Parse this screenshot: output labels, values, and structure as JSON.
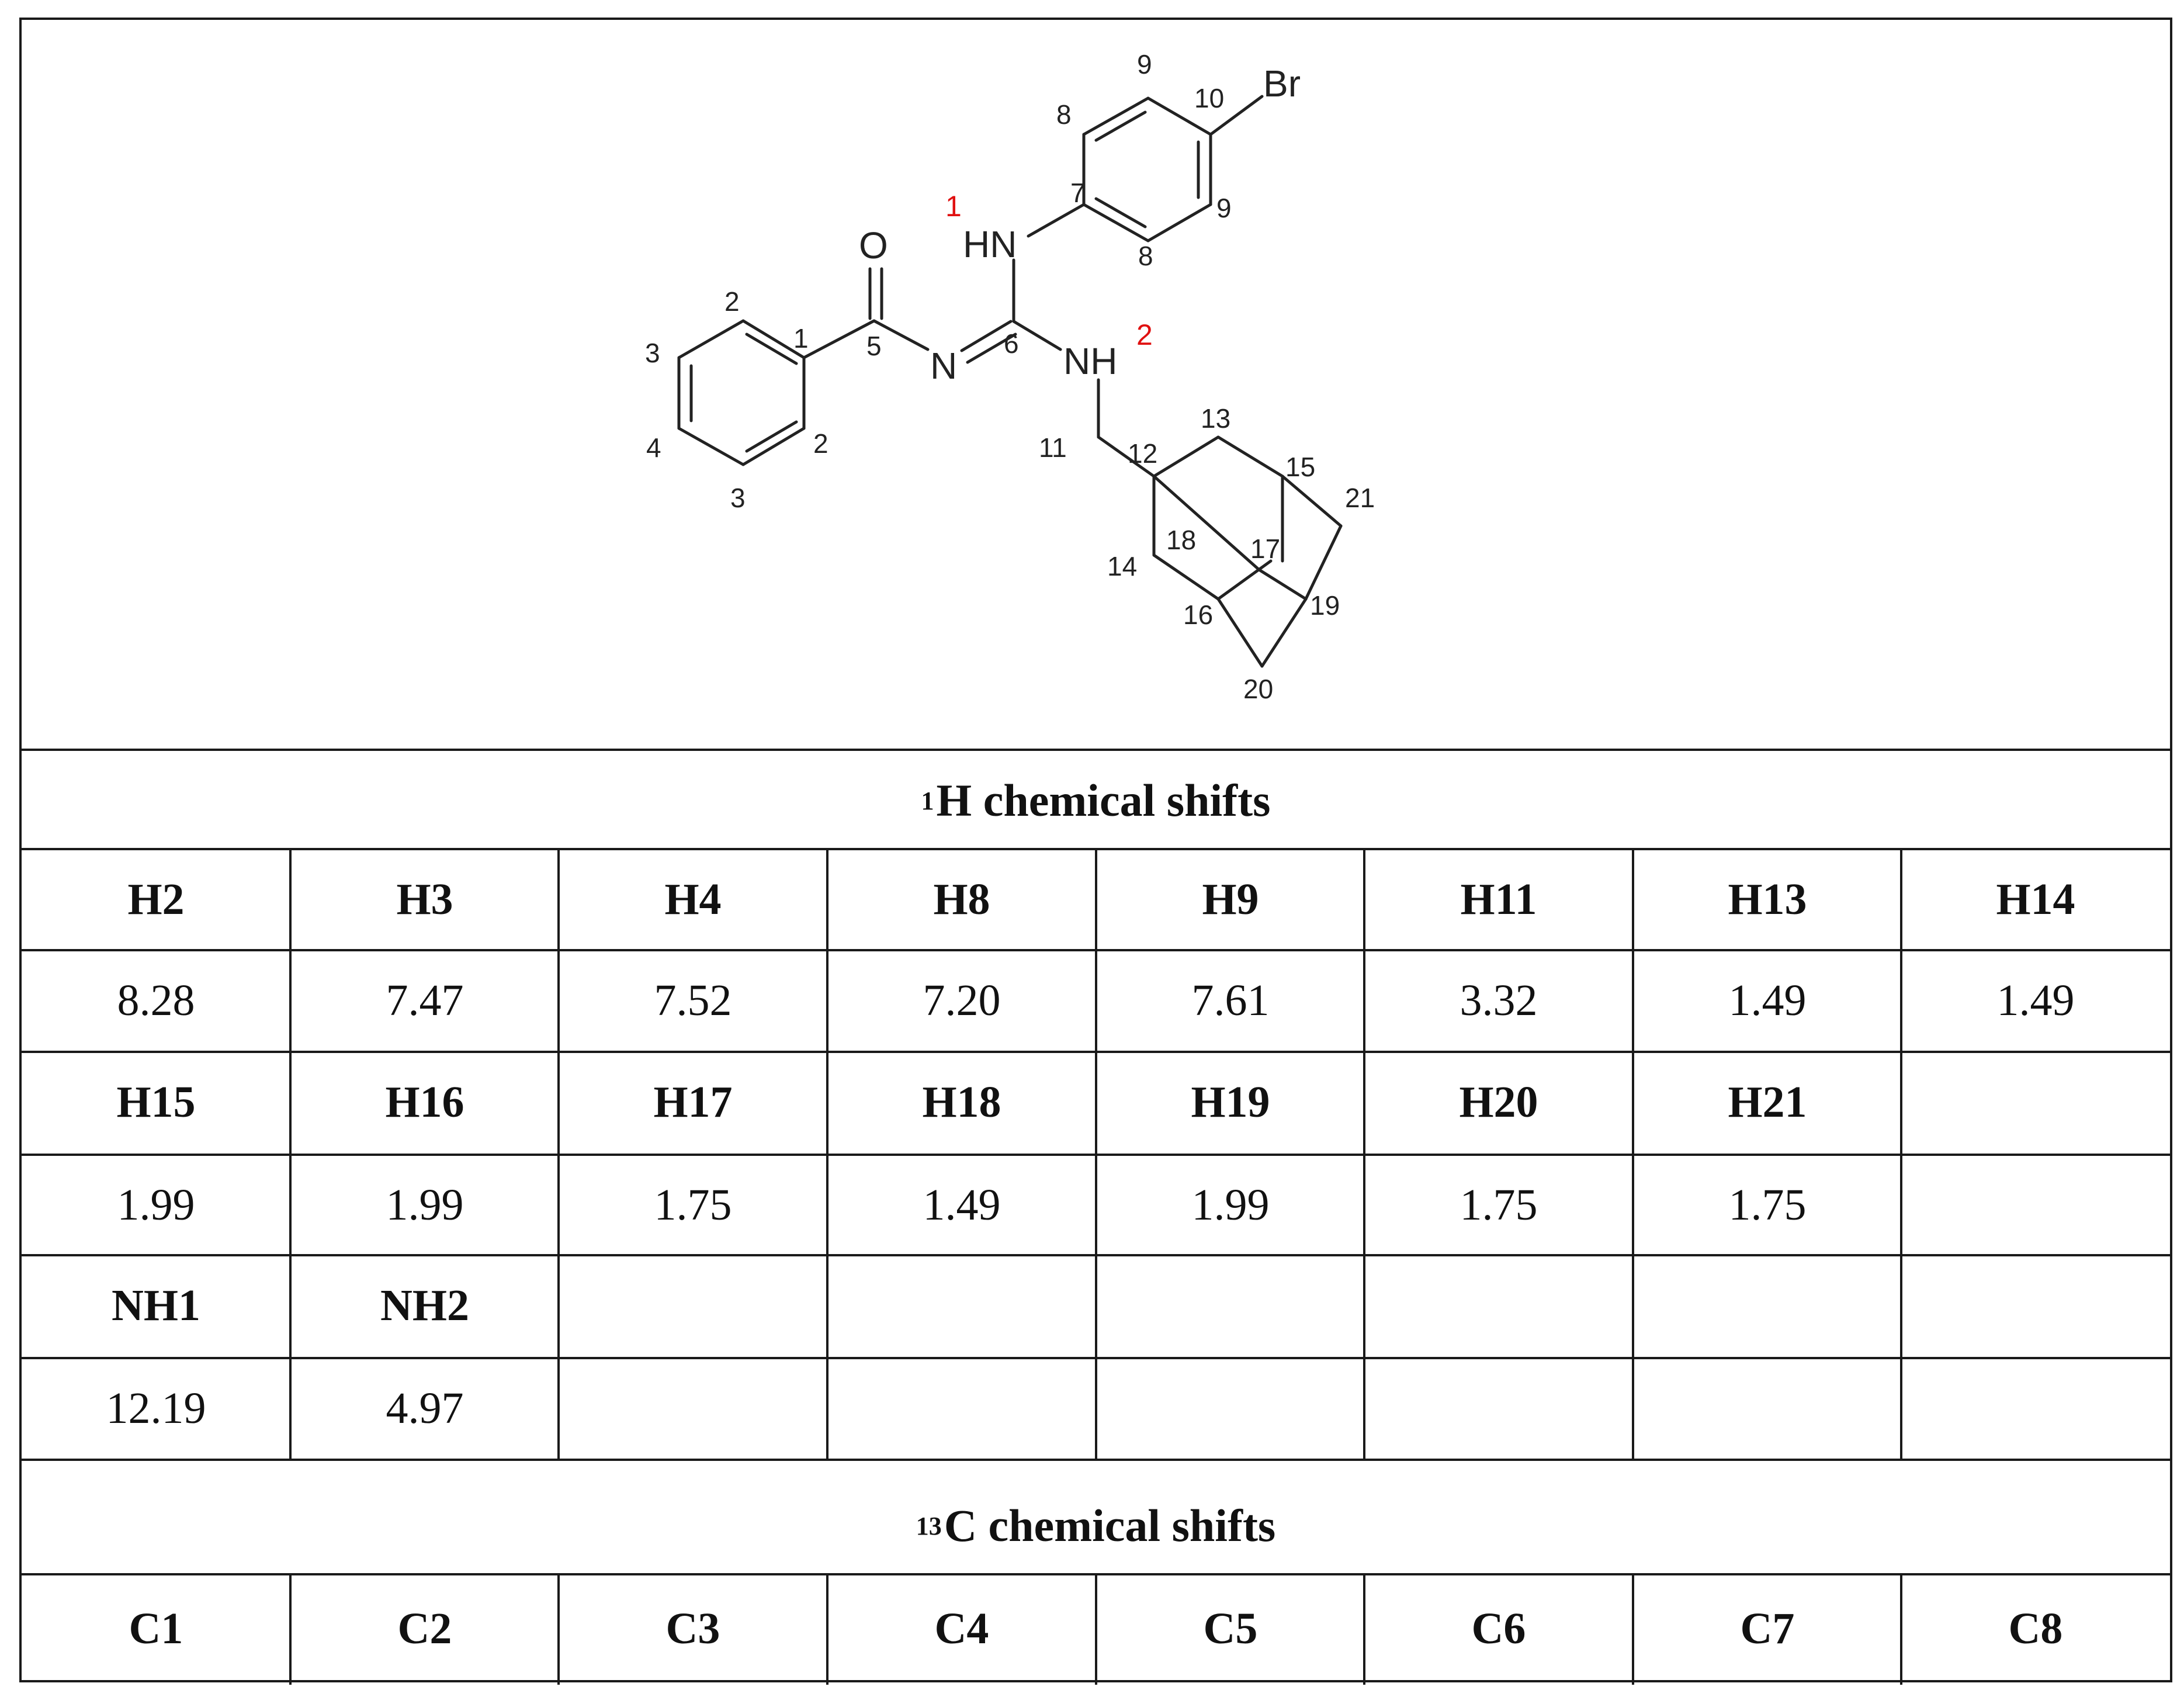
{
  "structure": {
    "atoms": {
      "oxygen": "O",
      "bromine": "Br",
      "nh1": "HN",
      "nh2": "NH",
      "imine_n": "N"
    },
    "atom_numbers": [
      "1",
      "2",
      "2",
      "3",
      "3",
      "4",
      "5",
      "6",
      "7",
      "8",
      "8",
      "9",
      "9",
      "10",
      "11",
      "12",
      "13",
      "14",
      "15",
      "16",
      "17",
      "18",
      "19",
      "20",
      "21"
    ],
    "nh_labels": [
      "1",
      "2"
    ],
    "nh_label_color": "#e01010"
  },
  "h_section": {
    "title_sup": "1",
    "title": "H chemical shifts",
    "rows": [
      {
        "headers": [
          "H2",
          "H3",
          "H4",
          "H8",
          "H9",
          "H11",
          "H13",
          "H14"
        ],
        "values": [
          "8.28",
          "7.47",
          "7.52",
          "7.20",
          "7.61",
          "3.32",
          "1.49",
          "1.49"
        ]
      },
      {
        "headers": [
          "H15",
          "H16",
          "H17",
          "H18",
          "H19",
          "H20",
          "H21",
          ""
        ],
        "values": [
          "1.99",
          "1.99",
          "1.75",
          "1.49",
          "1.99",
          "1.75",
          "1.75",
          ""
        ]
      },
      {
        "headers": [
          "NH1",
          "NH2",
          "",
          "",
          "",
          "",
          "",
          ""
        ],
        "values": [
          "12.19",
          "4.97",
          "",
          "",
          "",
          "",
          "",
          ""
        ]
      }
    ]
  },
  "c_section": {
    "title_sup": "13",
    "title": "C chemical shifts",
    "headers": [
      "C1",
      "C2",
      "C3",
      "C4",
      "C5",
      "C6",
      "C7",
      "C8"
    ]
  }
}
